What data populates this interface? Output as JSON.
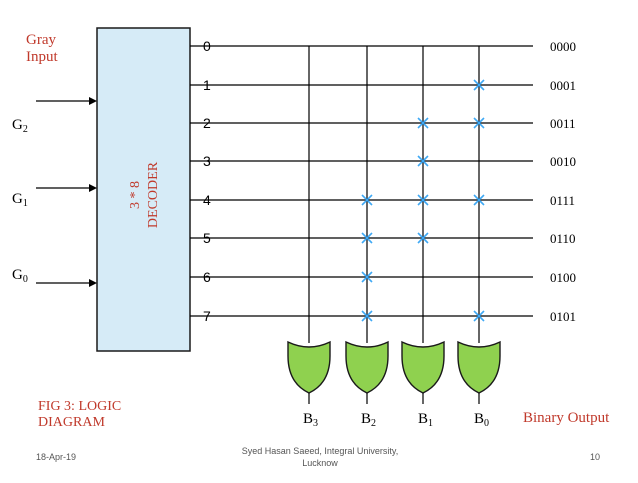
{
  "colors": {
    "decoder_fill": "#d6ebf7",
    "decoder_stroke": "#1a1a1a",
    "gate_fill": "#8fd14f",
    "gate_stroke": "#1a1a1a",
    "cross": "#3fa9f5",
    "accent_text": "#c0392b"
  },
  "title": {
    "gray_input_line1": "Gray",
    "gray_input_line2": "Input"
  },
  "decoder": {
    "label_line1": "3 * 8",
    "label_line2": "DECODER",
    "outputs": [
      "0",
      "1",
      "2",
      "3",
      "4",
      "5",
      "6",
      "7"
    ]
  },
  "inputs": [
    {
      "letter": "G",
      "sub": "2"
    },
    {
      "letter": "G",
      "sub": "1"
    },
    {
      "letter": "G",
      "sub": "0"
    }
  ],
  "binary_outputs": [
    "0000",
    "0001",
    "0011",
    "0010",
    "0111",
    "0110",
    "0100",
    "0101"
  ],
  "gates": [
    {
      "letter": "B",
      "sub": "3"
    },
    {
      "letter": "B",
      "sub": "2"
    },
    {
      "letter": "B",
      "sub": "1"
    },
    {
      "letter": "B",
      "sub": "0"
    }
  ],
  "crosses": [
    {
      "row": 1,
      "gate": 3
    },
    {
      "row": 2,
      "gate": 2
    },
    {
      "row": 2,
      "gate": 3
    },
    {
      "row": 3,
      "gate": 2
    },
    {
      "row": 4,
      "gate": 1
    },
    {
      "row": 4,
      "gate": 2
    },
    {
      "row": 4,
      "gate": 3
    },
    {
      "row": 5,
      "gate": 1
    },
    {
      "row": 5,
      "gate": 2
    },
    {
      "row": 6,
      "gate": 1
    },
    {
      "row": 7,
      "gate": 1
    },
    {
      "row": 7,
      "gate": 3
    }
  ],
  "captions": {
    "fig_line1": "FIG 3: LOGIC",
    "fig_line2": "DIAGRAM",
    "binary_output": "Binary Output"
  },
  "footer": {
    "date": "18-Apr-19",
    "author_line1": "Syed Hasan Saeed, Integral University,",
    "author_line2": "Lucknow",
    "page": "10"
  }
}
